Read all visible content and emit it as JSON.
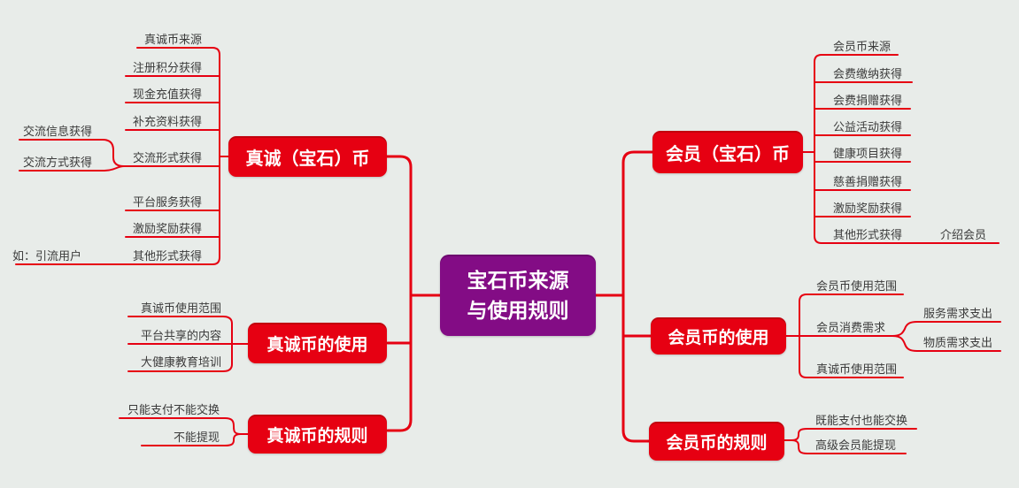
{
  "colors": {
    "red": "#e60012",
    "purple": "#830c85",
    "background": "#e8ece9",
    "leaf_text": "#3b3b3b"
  },
  "center": {
    "line1": "宝石币来源",
    "line2": "与使用规则"
  },
  "left": {
    "coin": {
      "label": "真诚（宝石）币",
      "items": [
        "真诚币来源",
        "注册积分获得",
        "现金充值获得",
        "补充资料获得",
        "交流形式获得",
        "平台服务获得",
        "激励奖励获得",
        "其他形式获得"
      ],
      "exchange_children": [
        "交流信息获得",
        "交流方式获得"
      ],
      "other_child": "如：引流用户"
    },
    "usage": {
      "label": "真诚币的使用",
      "items": [
        "真诚币使用范围",
        "平台共享的内容",
        "大健康教育培训"
      ]
    },
    "rules": {
      "label": "真诚币的规则",
      "items": [
        "只能支付不能交换",
        "不能提现"
      ]
    }
  },
  "right": {
    "coin": {
      "label": "会员（宝石）币",
      "items": [
        "会员币来源",
        "会费缴纳获得",
        "会费捐赠获得",
        "公益活动获得",
        "健康项目获得",
        "慈善捐赠获得",
        "激励奖励获得",
        "其他形式获得"
      ],
      "other_child": "介绍会员"
    },
    "usage": {
      "label": "会员币的使用",
      "items": [
        "会员币使用范围",
        "会员消费需求",
        "真诚币使用范围"
      ],
      "consume_children": [
        "服务需求支出",
        "物质需求支出"
      ]
    },
    "rules": {
      "label": "会员币的规则",
      "items": [
        "既能支付也能交换",
        "高级会员能提现"
      ]
    }
  }
}
